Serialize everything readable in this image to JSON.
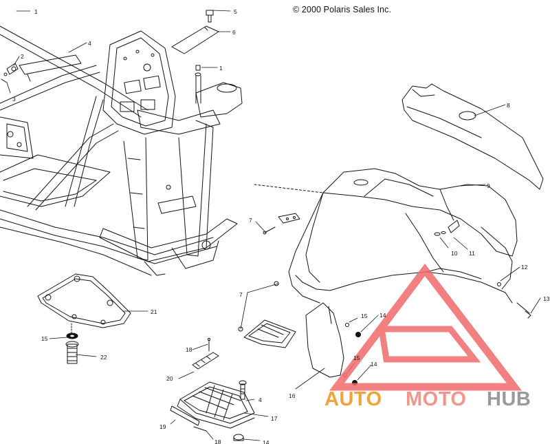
{
  "copyright": "© 2000 Polaris Sales Inc.",
  "callouts": [
    "1",
    "2",
    "3",
    "4",
    "5",
    "6",
    "1",
    "8",
    "9",
    "7",
    "10",
    "11",
    "12",
    "13",
    "21",
    "15",
    "22",
    "7",
    "15",
    "14",
    "15",
    "14",
    "16",
    "18",
    "20",
    "4",
    "17",
    "19",
    "18",
    "14"
  ],
  "watermark": {
    "part1": "AUTO",
    "part2": "MOTO",
    "part3": "HUB",
    "color_auto": "#f4a23a",
    "color_moto": "#f2958a",
    "color_hub": "#9a9a9a",
    "triangle_color": "#f26b6b"
  }
}
